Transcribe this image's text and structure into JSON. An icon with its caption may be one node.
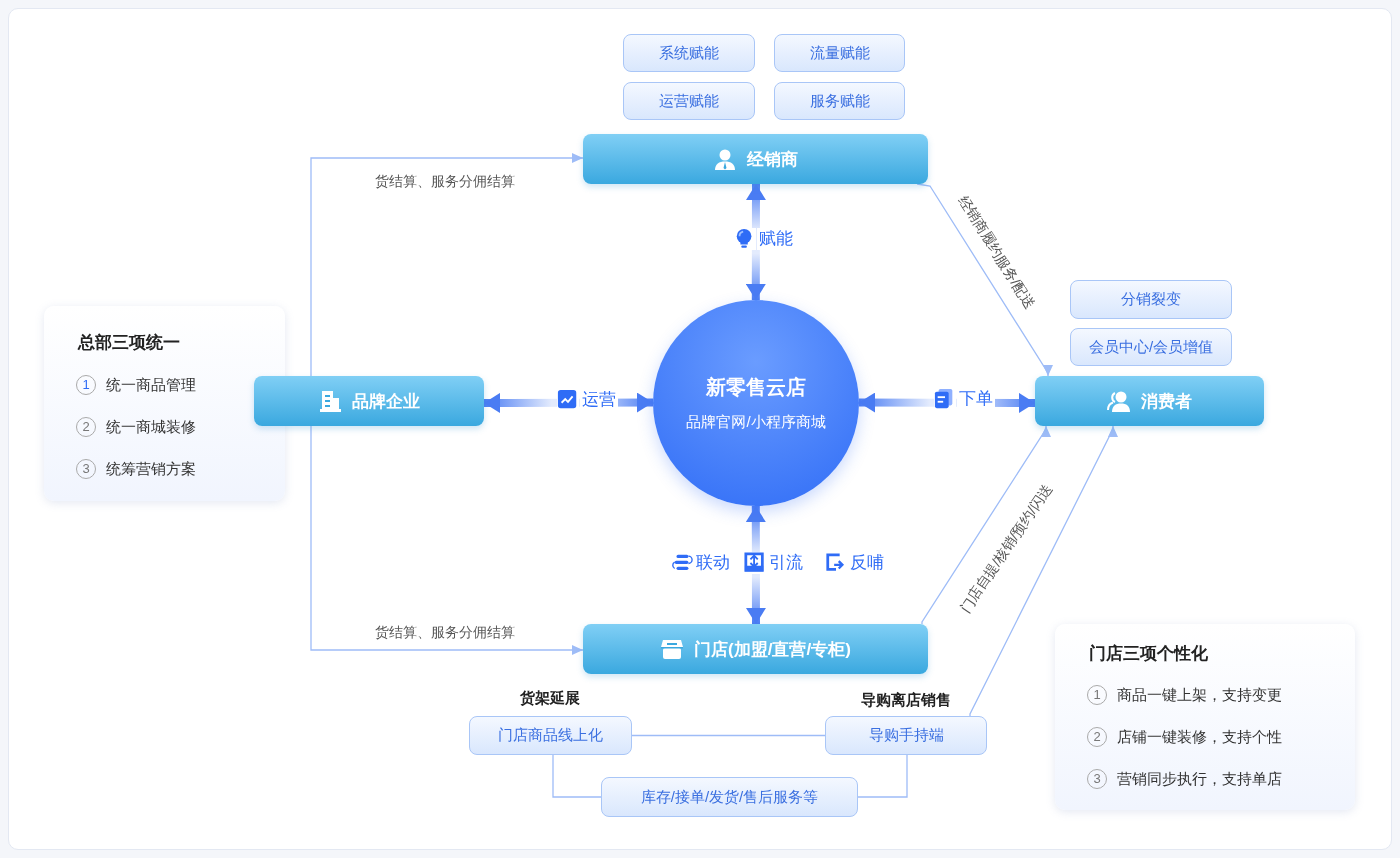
{
  "diagram": {
    "nodes": [
      {
        "text": [
          "系统赋能"
        ]
      },
      {
        "text": [
          "流量赋能"
        ]
      },
      {
        "text": [
          "运营赋能"
        ]
      },
      {
        "text": [
          "服务赋能"
        ]
      },
      {
        "text": [
          "经销商"
        ]
      },
      {
        "text": [
          "总部三项统一",
          "1",
          "统一商品管理",
          "2",
          "统一商城装修",
          "3",
          "统筹营销方案"
        ]
      },
      {
        "text": [
          "品牌企业"
        ]
      },
      {
        "text": [
          "新零售云店",
          "品牌官网/小程序商城"
        ]
      },
      {
        "text": [
          "消费者"
        ]
      },
      {
        "text": [
          "分销裂变"
        ]
      },
      {
        "text": [
          "会员中心/会员增值"
        ]
      },
      {
        "text": [
          "门店(加盟/直营/专柜)"
        ]
      },
      {
        "text": [
          "门店商品线上化"
        ],
        "beside": [
          "货架延展"
        ]
      },
      {
        "text": [
          "导购手持端"
        ],
        "beside": [
          "导购离店销售"
        ]
      },
      {
        "text": [
          "库存/接单/发货/售后服务等"
        ]
      },
      {
        "text": [
          "门店三项个性化",
          "1",
          "商品一键上架，支持变更",
          "2",
          "店铺一键装修，支持个性",
          "3",
          "营销同步执行，支持单店"
        ]
      }
    ],
    "edges": [
      {
        "from": 6,
        "to": 4,
        "arrow": "to",
        "label": "货结算、服务分佣结算"
      },
      {
        "from": 6,
        "to": 11,
        "arrow": "to",
        "label": "货结算、服务分佣结算"
      },
      {
        "from": 6,
        "to": 7,
        "arrow": "both",
        "label": "运营",
        "style": "thick"
      },
      {
        "from": 4,
        "to": 7,
        "arrow": "both",
        "label": "赋能",
        "style": "thick"
      },
      {
        "from": 7,
        "to": 8,
        "arrow": "both",
        "label": "下单",
        "style": "thick"
      },
      {
        "from": 7,
        "to": 11,
        "arrow": "both",
        "label": "联动",
        "style": "thick"
      },
      {
        "from": 4,
        "to": 8,
        "arrow": "to",
        "label": "经销商履约服务/配送"
      },
      {
        "from": 11,
        "to": 8,
        "arrow": "to",
        "label": "门店自提/核销/预约/闪送"
      },
      {
        "from": 13,
        "to": 8,
        "arrow": "to"
      },
      {
        "from": 12,
        "to": 13,
        "arrow": "none"
      },
      {
        "from": 12,
        "to": 14,
        "arrow": "none"
      },
      {
        "from": 13,
        "to": 14,
        "arrow": "none"
      }
    ],
    "labels": [
      "引流",
      "反哺"
    ]
  }
}
